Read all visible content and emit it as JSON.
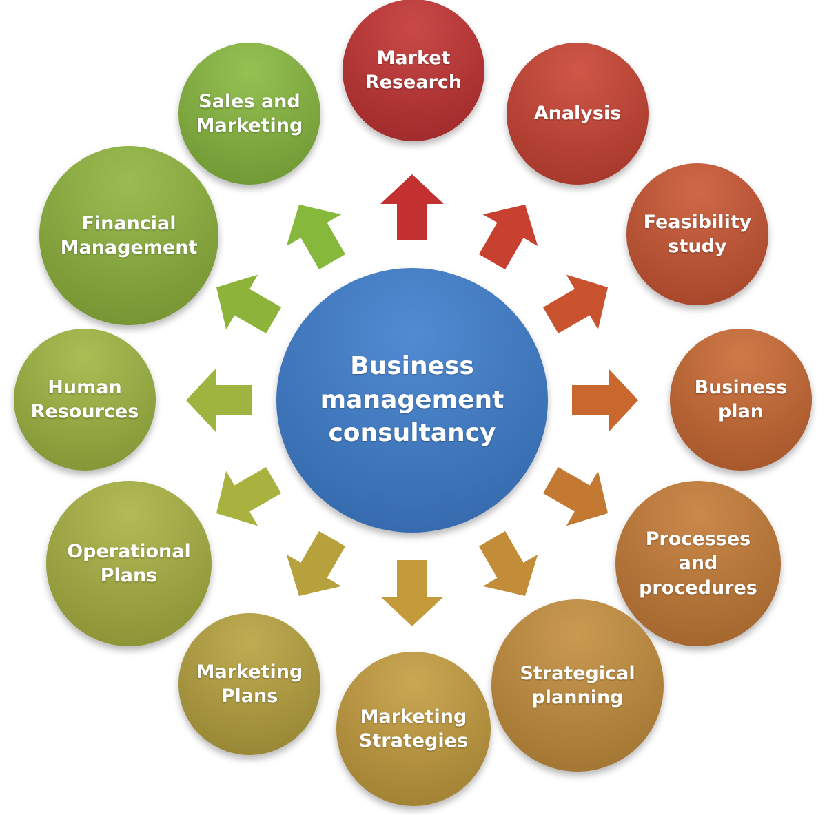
{
  "center": {
    "label": "Business\nmanagement\nconsultancy",
    "color": "#3a7bcc"
  },
  "nodes": [
    {
      "label": "Market\nResearch",
      "color": "#c2302f"
    },
    {
      "label": "Analysis",
      "color": "#c8402f"
    },
    {
      "label": "Feasibility\nstudy",
      "color": "#c9532f"
    },
    {
      "label": "Business\nplan",
      "color": "#c9672f"
    },
    {
      "label": "Processes\nand\nprocedures",
      "color": "#c47933"
    },
    {
      "label": "Strategical\nplanning",
      "color": "#c38c39"
    },
    {
      "label": "Marketing\nStrategies",
      "color": "#c39b3b"
    },
    {
      "label": "Marketing\nPlans",
      "color": "#b6a13c"
    },
    {
      "label": "Operational\nPlans",
      "color": "#a9b13f"
    },
    {
      "label": "Human\nResources",
      "color": "#9db53e"
    },
    {
      "label": "Financial\nManagement",
      "color": "#8db33a"
    },
    {
      "label": "Sales and\nMarketing",
      "color": "#86b83c"
    }
  ]
}
